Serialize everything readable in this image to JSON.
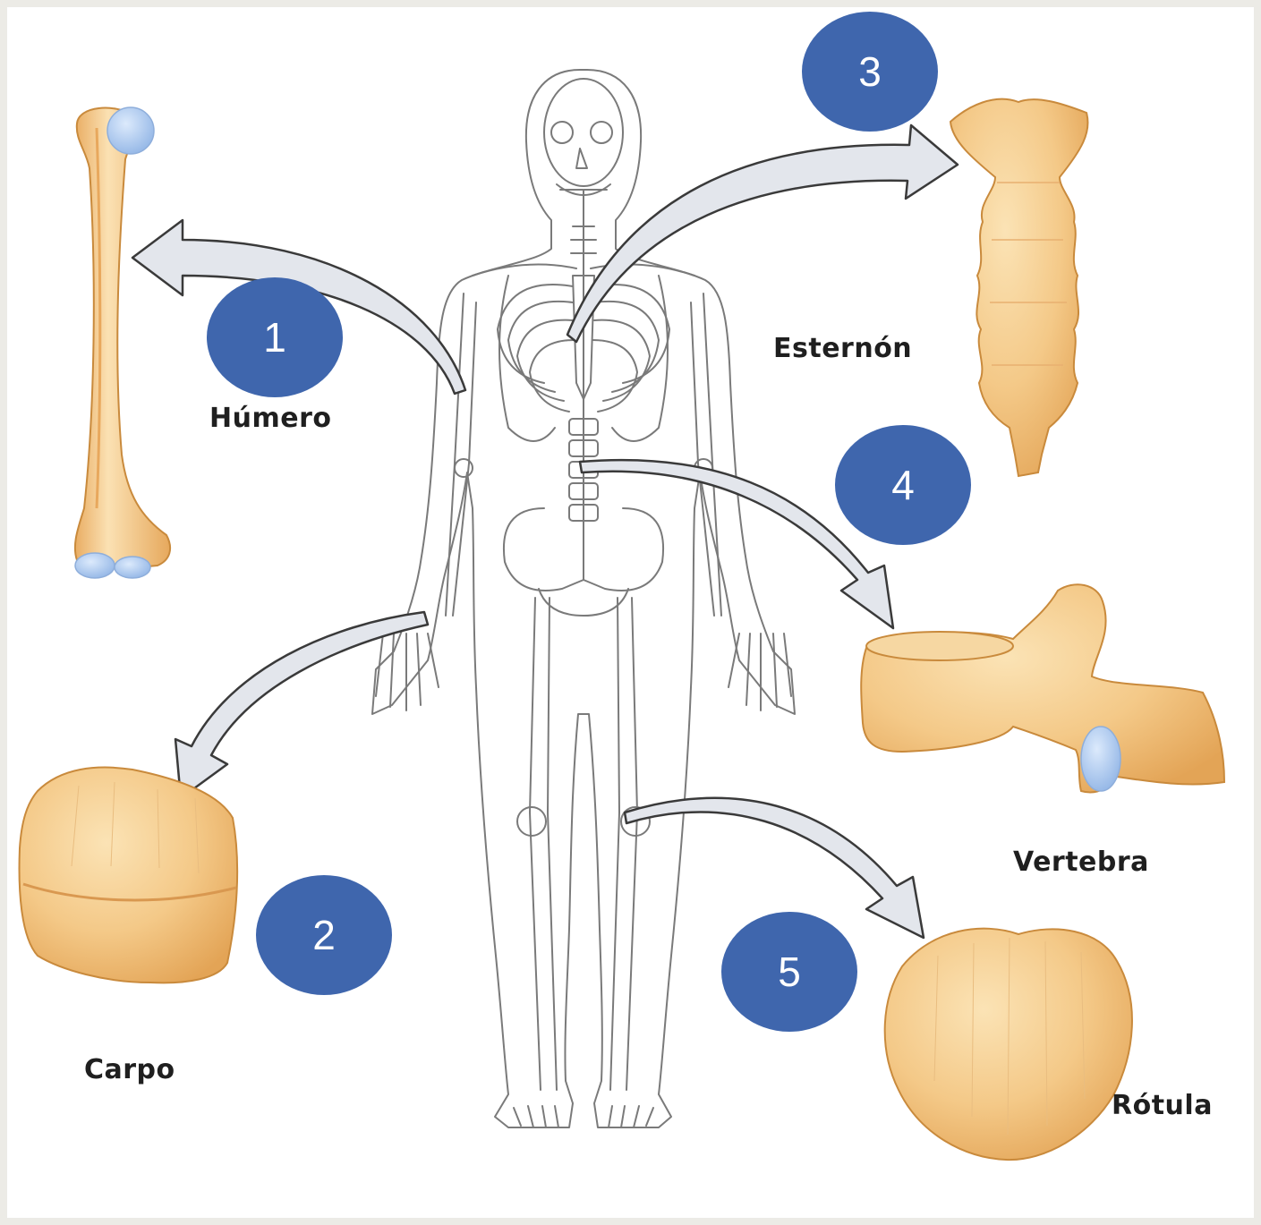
{
  "colors": {
    "badge": "#3f66ad",
    "bone": "#f3c680",
    "bone_edge": "#c98a3c",
    "cartilage": "#aac8f0",
    "arrow": "#e3e6ec",
    "outline": "#7a7a7a"
  },
  "bones": [
    {
      "number": "1",
      "label": "Húmero"
    },
    {
      "number": "2",
      "label": "Carpo"
    },
    {
      "number": "3",
      "label": "Esternón"
    },
    {
      "number": "4",
      "label": "Vertebra"
    },
    {
      "number": "5",
      "label": "Rótula"
    }
  ]
}
